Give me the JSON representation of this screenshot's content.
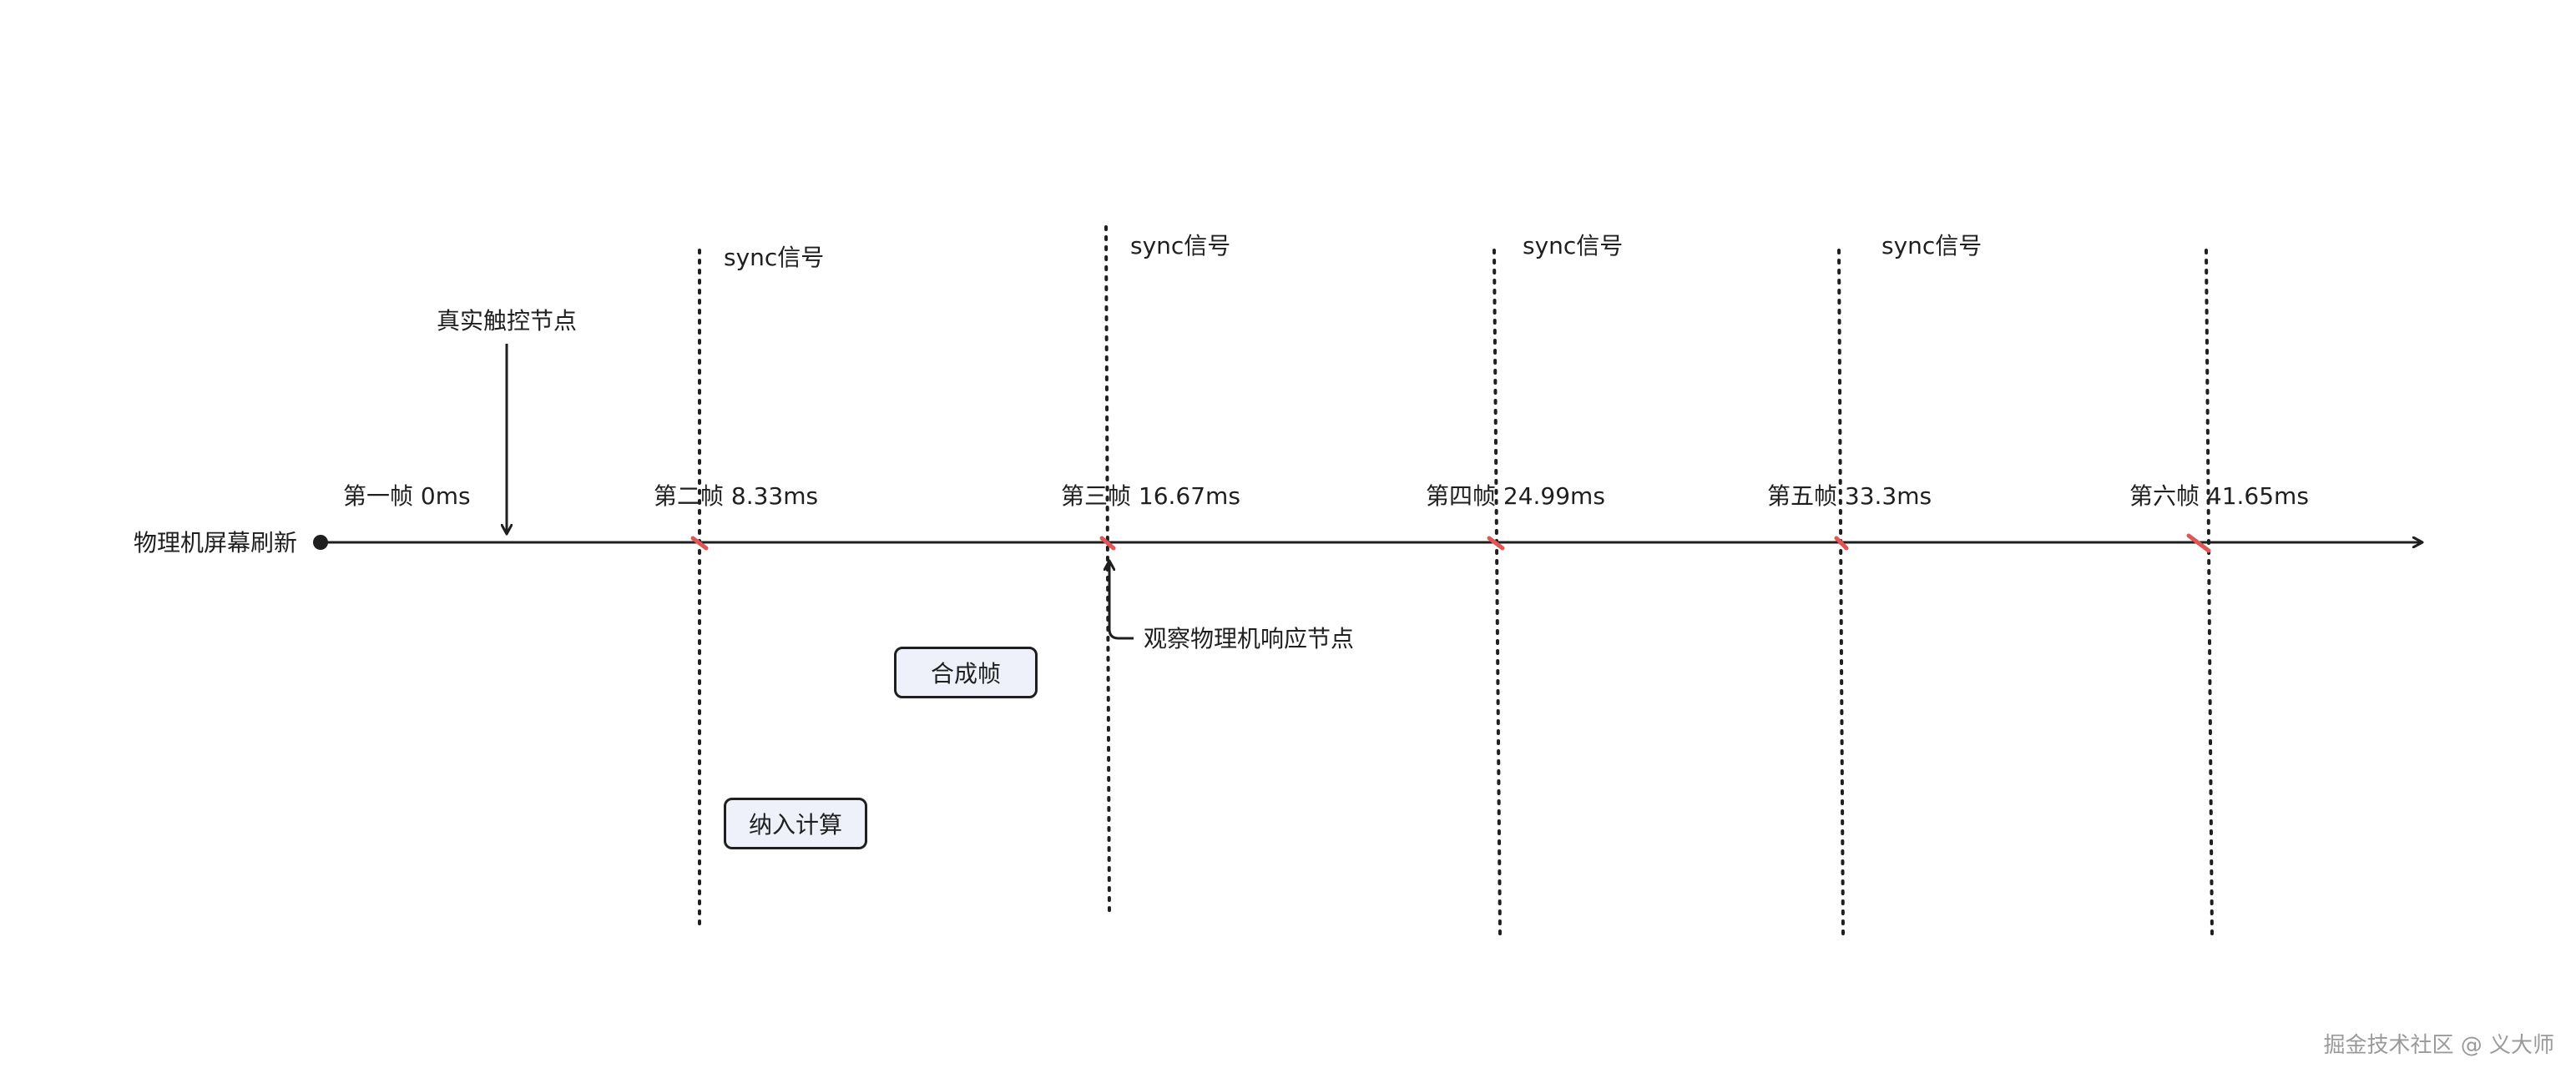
{
  "timeline": {
    "label": "物理机屏幕刷新"
  },
  "frames": [
    {
      "label": "第一帧 0ms"
    },
    {
      "label": "第二帧 8.33ms"
    },
    {
      "label": "第三帧 16.67ms"
    },
    {
      "label": "第四帧 24.99ms"
    },
    {
      "label": "第五帧 33.3ms"
    },
    {
      "label": "第六帧 41.65ms"
    }
  ],
  "sync_labels": [
    "sync信号",
    "sync信号",
    "sync信号",
    "sync信号"
  ],
  "annotations": {
    "touch": "真实触控节点",
    "observe": "观察物理机响应节点"
  },
  "boxes": {
    "compose": "合成帧",
    "include": "纳入计算"
  },
  "watermark": "掘金技术社区 @ 义大师",
  "colors": {
    "line": "#1f1f1f",
    "tick": "#e05555",
    "box_fill": "#eef1fa",
    "watermark": "#9a9a9a"
  }
}
